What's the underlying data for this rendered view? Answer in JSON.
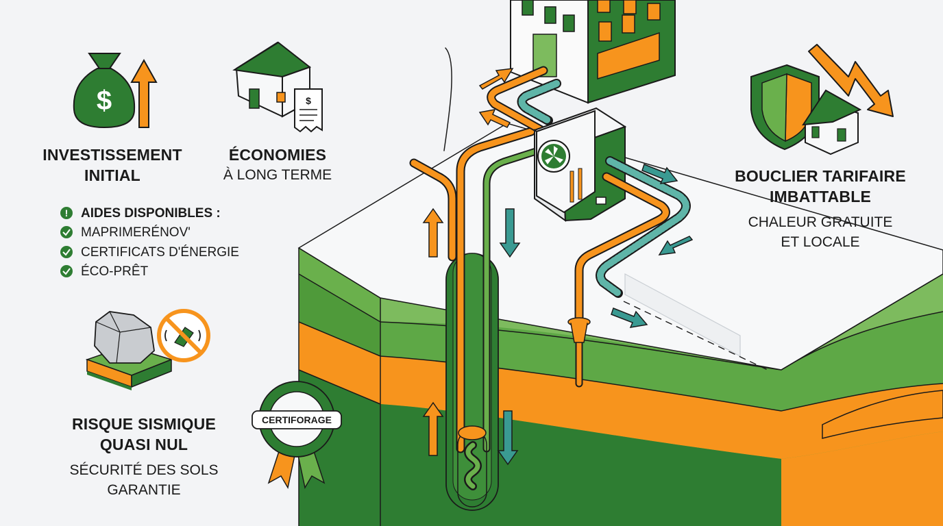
{
  "investment": {
    "title_line1": "INVESTISSEMENT",
    "title_line2": "INITIAL"
  },
  "savings": {
    "title_line1": "ÉCONOMIES",
    "title_line2": "À LONG TERME"
  },
  "aids": {
    "heading": "AIDES DISPONIBLES :",
    "items": [
      "MAPRIMERÉNOV'",
      "CERTIFICATS D'ÉNERGIE",
      "ÉCO-PRÊT"
    ]
  },
  "seismic": {
    "title_line1": "RISQUE SISMIQUE",
    "title_line2": "QUASI NUL",
    "sub_line1": "SÉCURITÉ DES SOLS",
    "sub_line2": "GARANTIE"
  },
  "badge": {
    "label": "CERTIFORAGE"
  },
  "shield": {
    "title_line1": "BOUCLIER TARIFAIRE",
    "title_line2": "IMBATTABLE",
    "sub_line1": "CHALEUR GRATUITE",
    "sub_line2": "ET LOCALE"
  },
  "colors": {
    "green": "#2e7d32",
    "light_green": "#6ab04c",
    "orange": "#f7941d",
    "teal": "#3a9a92",
    "background": "#f3f4f6"
  },
  "icons": [
    "money-bag-icon",
    "up-arrow-icon",
    "house-icon",
    "invoice-icon",
    "warning-icon",
    "check-icon",
    "rock-icon",
    "no-seismic-icon",
    "certification-badge-icon",
    "shield-icon",
    "down-arrow-icon",
    "heat-pump-icon",
    "building-icon"
  ]
}
